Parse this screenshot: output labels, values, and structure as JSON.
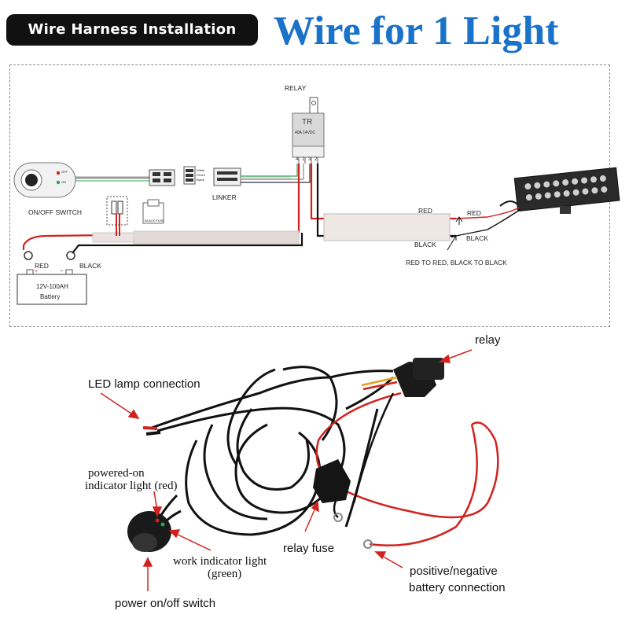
{
  "header": {
    "badge": "Wire Harness Installation",
    "title": "Wire for 1 Light"
  },
  "schematic": {
    "relay_label": "RELAY",
    "relay_code": "TR",
    "relay_rating": "40A 14VDC",
    "relay_pins": [
      "4",
      "1",
      "3",
      "2"
    ],
    "switch_label": "ON/OFF SWITCH",
    "switch_off": "OFF",
    "switch_on": "ON",
    "linker_label": "LINKER",
    "linker_wires": [
      "White",
      "Green",
      "Black"
    ],
    "fuse_label": "BLACK FUSE",
    "battery_red": "RED",
    "battery_black": "BLACK",
    "battery_plus": "+",
    "battery_minus": "−",
    "battery_spec": "12V-100AH",
    "battery_name": "Battery",
    "wire_red": "RED",
    "wire_black": "BLACK",
    "light_red": "RED",
    "light_black": "BLACK",
    "instruction": "RED TO RED, BLACK TO BLACK"
  },
  "photo_labels": {
    "relay": "relay",
    "led_lamp": "LED lamp connection",
    "powered_on_1": "powered-on",
    "powered_on_2": "indicator light (red)",
    "relay_fuse": "relay fuse",
    "work_indicator_1": "work indicator light",
    "work_indicator_2": "(green)",
    "battery_conn_1": "positive/negative",
    "battery_conn_2": "battery connection",
    "power_switch": "power on/off switch"
  },
  "colors": {
    "title_blue": "#1a73c9",
    "wire_red": "#d0231f",
    "wire_black": "#111111",
    "arrow_red": "#d0231f"
  }
}
